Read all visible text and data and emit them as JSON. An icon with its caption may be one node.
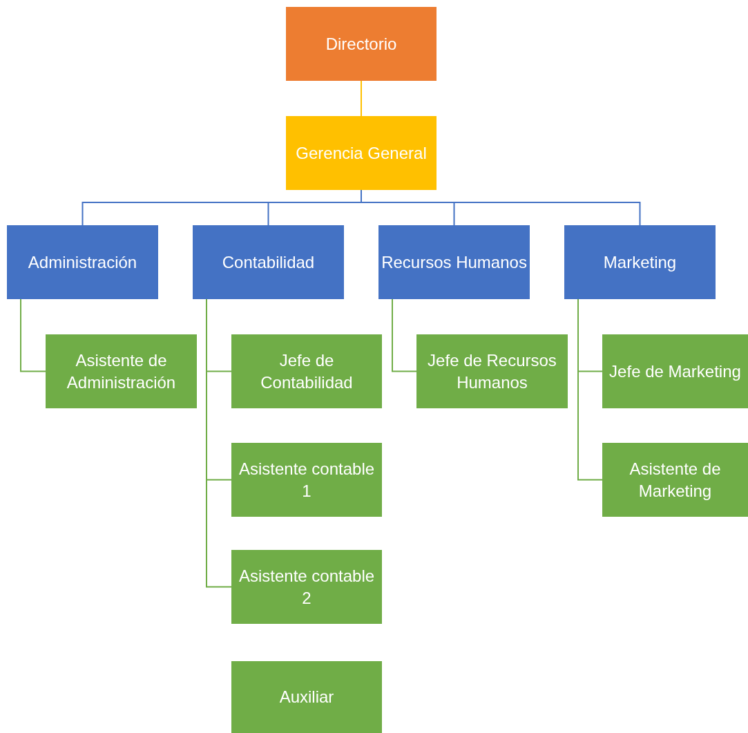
{
  "diagram": {
    "nodes": [
      {
        "text": [
          "Directorio"
        ]
      },
      {
        "text": [
          "Gerencia General"
        ]
      },
      {
        "text": [
          "Administración"
        ]
      },
      {
        "text": [
          "Contabilidad"
        ]
      },
      {
        "text": [
          "Recursos Humanos"
        ]
      },
      {
        "text": [
          "Marketing"
        ]
      },
      {
        "text": [
          "Asistente de Administración"
        ]
      },
      {
        "text": [
          "Jefe de Contabilidad"
        ]
      },
      {
        "text": [
          "Asistente contable 1"
        ]
      },
      {
        "text": [
          "Asistente contable 2"
        ]
      },
      {
        "text": [
          "Auxiliar"
        ]
      },
      {
        "text": [
          "Jefe de Recursos Humanos"
        ]
      },
      {
        "text": [
          "Jefe de Marketing"
        ]
      },
      {
        "text": [
          "Asistente de Marketing"
        ]
      }
    ],
    "edges": [
      {
        "from": 0,
        "to": 1,
        "arrow": "none",
        "color": "#ffc000"
      },
      {
        "from": 1,
        "to": 2,
        "arrow": "none",
        "color": "#4472c4"
      },
      {
        "from": 1,
        "to": 3,
        "arrow": "none",
        "color": "#4472c4"
      },
      {
        "from": 1,
        "to": 4,
        "arrow": "none",
        "color": "#4472c4"
      },
      {
        "from": 1,
        "to": 5,
        "arrow": "none",
        "color": "#4472c4"
      },
      {
        "from": 2,
        "to": 6,
        "arrow": "none"
      },
      {
        "from": 3,
        "to": 7,
        "arrow": "none"
      },
      {
        "from": 3,
        "to": 8,
        "arrow": "none"
      },
      {
        "from": 3,
        "to": 9,
        "arrow": "none"
      },
      {
        "from": 4,
        "to": 11,
        "arrow": "none"
      },
      {
        "from": 5,
        "to": 12,
        "arrow": "none"
      },
      {
        "from": 5,
        "to": 13,
        "arrow": "none"
      }
    ]
  }
}
